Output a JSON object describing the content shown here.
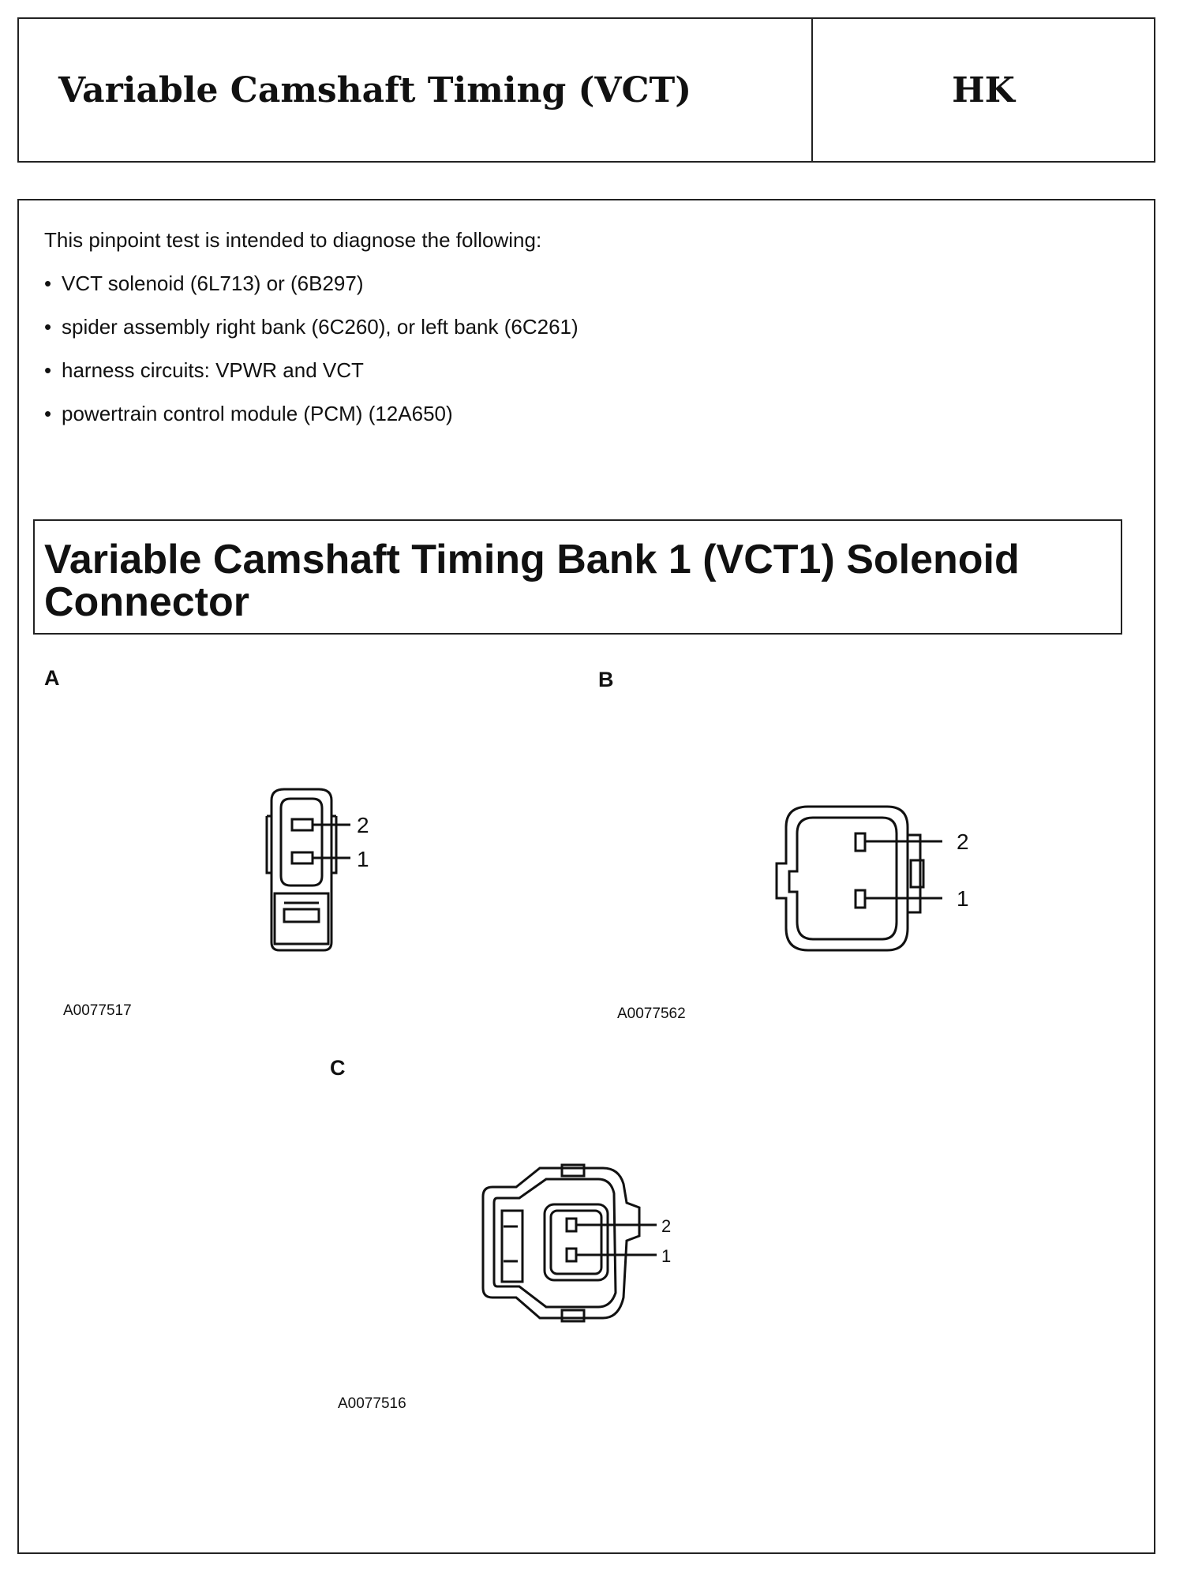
{
  "header": {
    "title": "Variable Camshaft Timing (VCT)",
    "code": "HK"
  },
  "intro": {
    "lead": "This pinpoint test is intended to diagnose the following:",
    "items": [
      "VCT solenoid (6L713) or (6B297)",
      "spider assembly right bank (6C260), or left bank (6C261)",
      "harness circuits: VPWR and VCT",
      "powertrain control module (PCM) (12A650)"
    ]
  },
  "section": {
    "title": "Variable Camshaft Timing Bank 1 (VCT1) Solenoid Connector"
  },
  "figures": [
    {
      "letter": "A",
      "code": "A0077517",
      "pins": [
        "2",
        "1"
      ]
    },
    {
      "letter": "B",
      "code": "A0077562",
      "pins": [
        "2",
        "1"
      ]
    },
    {
      "letter": "C",
      "code": "A0077516",
      "pins": [
        "2",
        "1"
      ]
    }
  ]
}
